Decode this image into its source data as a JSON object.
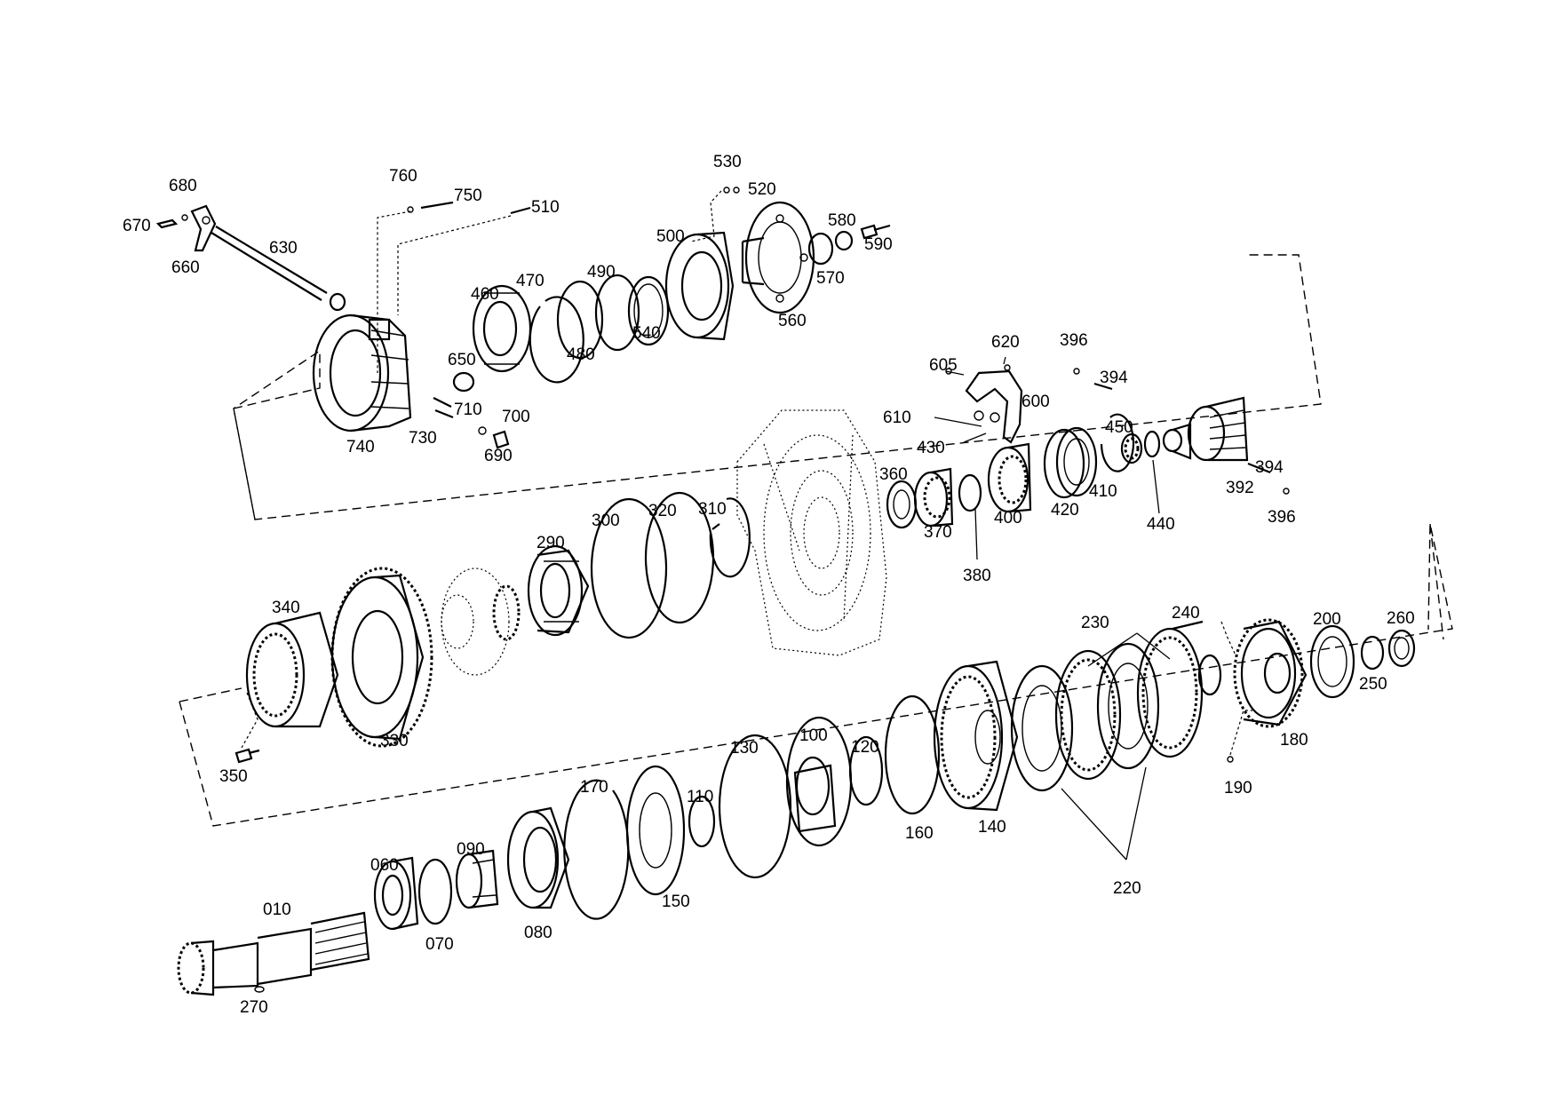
{
  "labels": {
    "p010": "010",
    "p060": "060",
    "p070": "070",
    "p080": "080",
    "p090": "090",
    "p100": "100",
    "p110": "110",
    "p120": "120",
    "p130": "130",
    "p140": "140",
    "p150": "150",
    "p160": "160",
    "p170": "170",
    "p180": "180",
    "p190": "190",
    "p200": "200",
    "p220": "220",
    "p230": "230",
    "p240": "240",
    "p250": "250",
    "p260": "260",
    "p270": "270",
    "p290": "290",
    "p300": "300",
    "p310": "310",
    "p320": "320",
    "p330": "330",
    "p340": "340",
    "p350": "350",
    "p360": "360",
    "p370": "370",
    "p380": "380",
    "p392": "392",
    "p394a": "394",
    "p394b": "394",
    "p396a": "396",
    "p396b": "396",
    "p400": "400",
    "p410": "410",
    "p420": "420",
    "p430": "430",
    "p440": "440",
    "p450": "450",
    "p460": "460",
    "p470": "470",
    "p480": "480",
    "p490": "490",
    "p500": "500",
    "p510": "510",
    "p520": "520",
    "p530": "530",
    "p540": "540",
    "p560": "560",
    "p570": "570",
    "p580": "580",
    "p590": "590",
    "p600": "600",
    "p605": "605",
    "p610": "610",
    "p620": "620",
    "p630": "630",
    "p650": "650",
    "p660": "660",
    "p670": "670",
    "p680": "680",
    "p690": "690",
    "p700": "700",
    "p710": "710",
    "p730": "730",
    "p740": "740",
    "p750": "750",
    "p760": "760"
  }
}
